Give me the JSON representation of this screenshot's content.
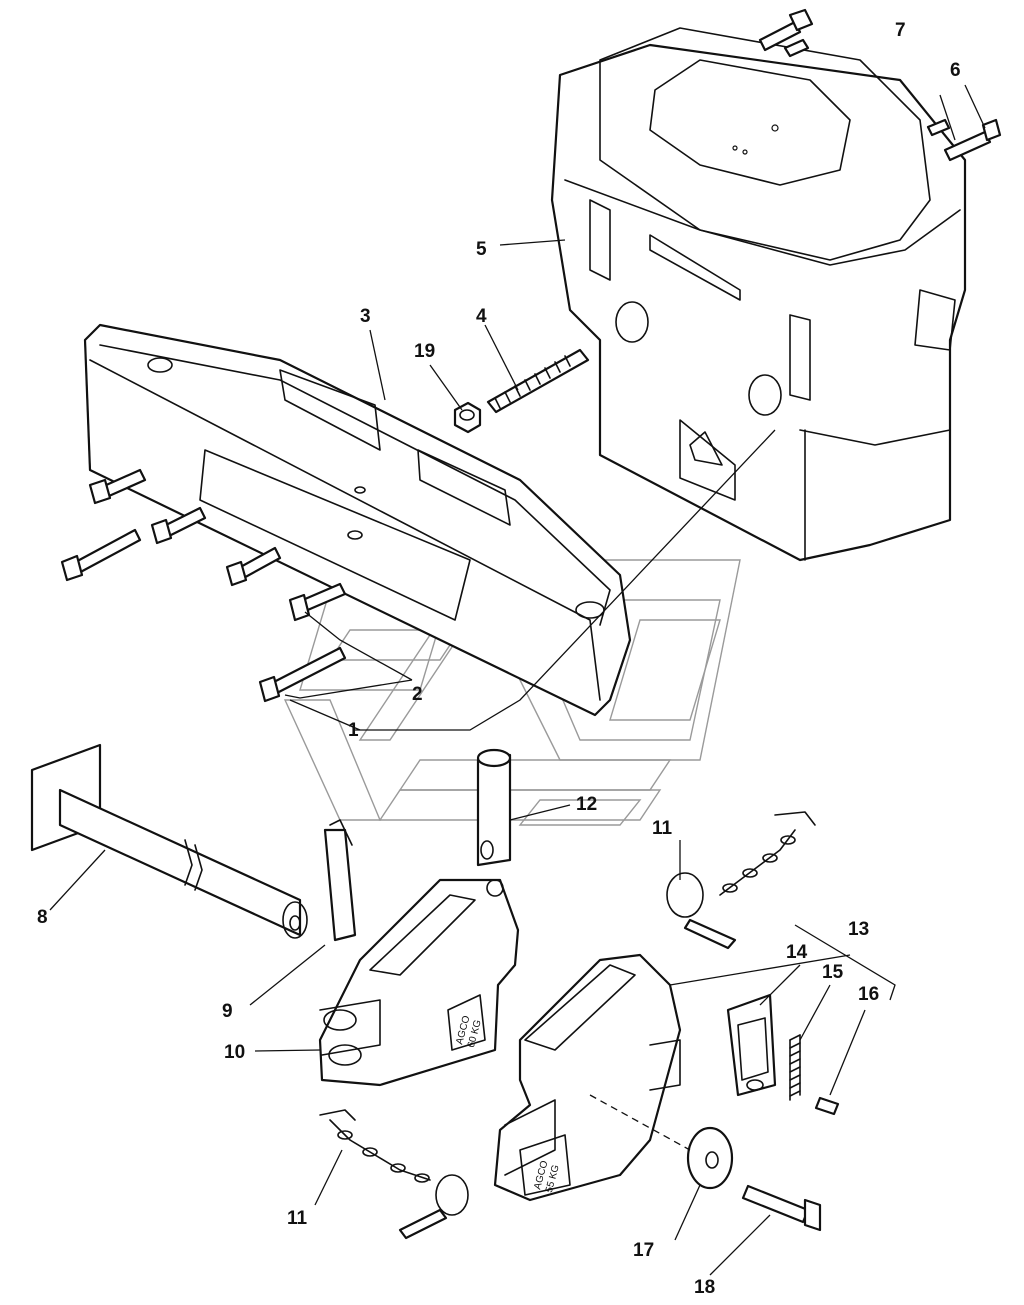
{
  "callouts": [
    {
      "id": "c1",
      "label": "1"
    },
    {
      "id": "c2",
      "label": "2"
    },
    {
      "id": "c3",
      "label": "3"
    },
    {
      "id": "c4",
      "label": "4"
    },
    {
      "id": "c5",
      "label": "5"
    },
    {
      "id": "c6",
      "label": "6"
    },
    {
      "id": "c7",
      "label": "7"
    },
    {
      "id": "c8",
      "label": "8"
    },
    {
      "id": "c9",
      "label": "9"
    },
    {
      "id": "c10",
      "label": "10"
    },
    {
      "id": "c11a",
      "label": "11"
    },
    {
      "id": "c11b",
      "label": "11"
    },
    {
      "id": "c12",
      "label": "12"
    },
    {
      "id": "c13",
      "label": "13"
    },
    {
      "id": "c14",
      "label": "14"
    },
    {
      "id": "c15",
      "label": "15"
    },
    {
      "id": "c16",
      "label": "16"
    },
    {
      "id": "c17",
      "label": "17"
    },
    {
      "id": "c18",
      "label": "18"
    },
    {
      "id": "c19",
      "label": "19"
    }
  ],
  "stamps": {
    "weight_large_brand": "AGCO",
    "weight_large_mass": "60 KG",
    "weight_small_brand": "AGCO",
    "weight_small_mass": "55 KG"
  }
}
